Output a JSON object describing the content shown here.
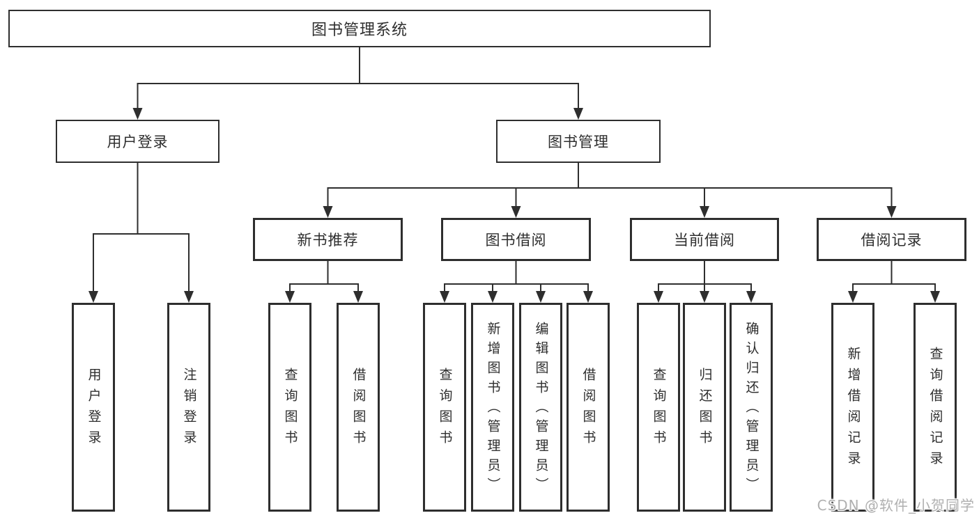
{
  "title": "图书管理系统",
  "branches": [
    {
      "label": "用户登录",
      "children": [
        {
          "label": "用户登录"
        },
        {
          "label": "注销登录"
        }
      ]
    },
    {
      "label": "图书管理",
      "children": [
        {
          "label": "新书推荐",
          "children": [
            {
              "label": "查询图书"
            },
            {
              "label": "借阅图书"
            }
          ]
        },
        {
          "label": "图书借阅",
          "children": [
            {
              "label": "查询图书"
            },
            {
              "label": "新增图书（管理员）"
            },
            {
              "label": "编辑图书（管理员）"
            },
            {
              "label": "借阅图书"
            }
          ]
        },
        {
          "label": "当前借阅",
          "children": [
            {
              "label": "查询图书"
            },
            {
              "label": "归还图书"
            },
            {
              "label": "确认归还（管理员）"
            }
          ]
        },
        {
          "label": "借阅记录",
          "children": [
            {
              "label": "新增借阅记录"
            },
            {
              "label": "查询借阅记录"
            }
          ]
        }
      ]
    }
  ],
  "watermark": "CSDN @软件_小贺同学",
  "colors": {
    "line": "#2e2e2e",
    "box_border": "#2e2e2e",
    "text": "#2e2e2e",
    "background": "#ffffff",
    "watermark": "#b0b0b0"
  }
}
